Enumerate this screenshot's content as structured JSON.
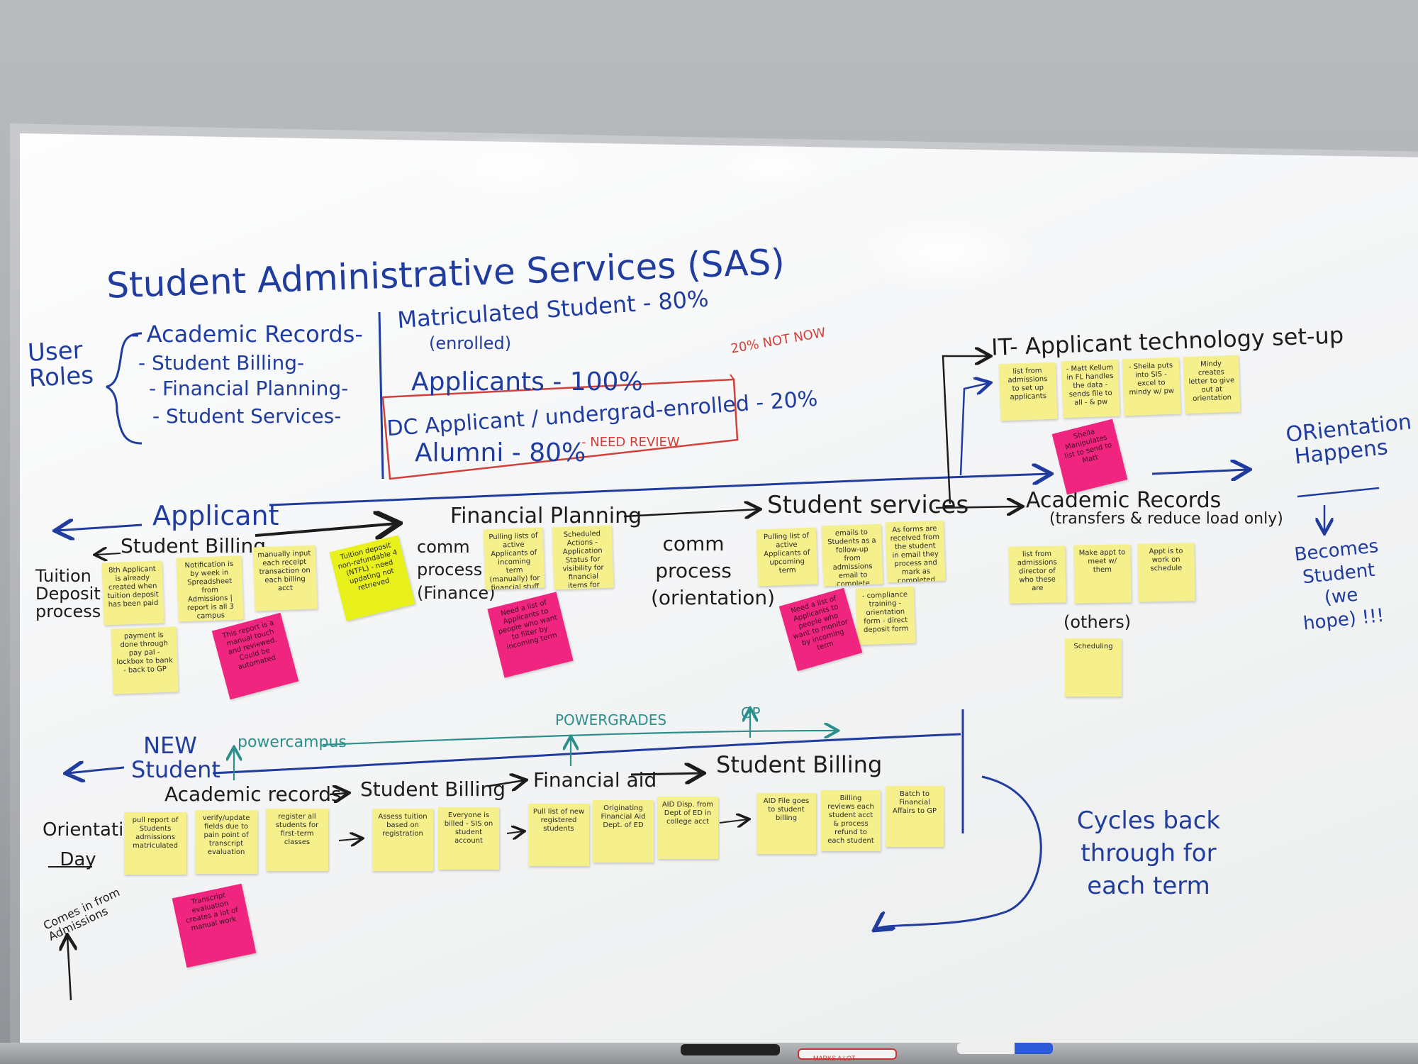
{
  "title": "Student Administrative Services (SAS)",
  "user_roles": {
    "label": "User Roles",
    "items": [
      "- Academic Records-",
      "- Student Billing-",
      "- Financial Planning-",
      "- Student Services-"
    ]
  },
  "students": {
    "matriculated": "Matriculated Student - 80%",
    "enrolled": "(enrolled)",
    "applicants": "Applicants - 100%",
    "dc_applicant": "DC Applicant / undergrad-enrolled - 20%",
    "alumni": "Alumni - 80%",
    "need_review": "- NEED REVIEW",
    "not_now": "20% NOT NOW"
  },
  "flow": {
    "applicant": "Applicant",
    "student_billing_top": "Student Billing",
    "tuition_deposit": "Tuition Deposit process",
    "financial_planning": "Financial Planning",
    "comm_finance": "comm process (Finance)",
    "comm_orientation": "comm process (orientation)",
    "student_services": "Student services",
    "it_setup": "IT- Applicant technology set-up",
    "academic_records_top": "Academic Records",
    "academic_records_sub": "(transfers & reduce load only)",
    "others": "(others)",
    "orientation_happens": "ORientation Happens",
    "becomes_student": "Becomes Student (we hope) !!!"
  },
  "bottom_flow": {
    "new_student": "NEW Student",
    "powercampus": "powercampus",
    "powergrades": "POWERGRADES",
    "gp": "GP",
    "academic_records": "Academic records",
    "student_billing_1": "Student Billing",
    "financial_aid": "Financial aid",
    "student_billing_2": "Student Billing",
    "orientation_day": "Orientation Day",
    "comes_in": "Comes in from Admissions",
    "cycles_back": "Cycles back through for each term"
  },
  "notes": {
    "billing_1": "8th Applicant is already created when tuition deposit has been paid",
    "billing_2": "Notification is by week in Spreadsheet from Admissions | report is all 3 campus",
    "billing_3": "manually input each receipt transaction on each billing acct",
    "billing_4": "payment is done through pay pal - lockbox to bank - back to GP",
    "billing_pink": "This report is a manual touch and reviewed. Could be automated",
    "tuition_lime": "Tuition deposit non-refundable 4 (NTFL) - need updating not retrieved",
    "finplan_1": "Pulling lists of active Applicants of incoming term (manually) for financial stuff",
    "finplan_2": "Scheduled Actions - Application Status for visibility for financial items for admissions",
    "finplan_pink": "Need a list of Applicants to people who want to filter by incoming term",
    "svc_1": "Pulling list of active Applicants of upcoming term",
    "svc_2": "emails to Students as a follow-up from admissions email to complete checklist items",
    "svc_3": "As forms are received from the student in email they process and mark as completed",
    "svc_4": "- compliance training - orientation form - direct deposit form",
    "svc_pink": "Need a list of Applicants to people who want to monitor by incoming term",
    "it_1": "list from admissions to set up applicants",
    "it_2": "- Matt Kellum in FL handles the data - sends file to all - & pw",
    "it_3": "- Sheila puts into SIS - excel to mindy w/ pw",
    "it_4": "Mindy creates letter to give out at orientation",
    "it_pink": "Sheila Manipulates list to send to Matt",
    "ar_1": "list from admissions director of who these are",
    "ar_2": "Make appt to meet w/ them",
    "ar_3": "Appt is to work on schedule",
    "ar_4": "Scheduling",
    "bot_1": "pull report of Students admissions matriculated",
    "bot_2": "verify/update fields due to pain point of transcript evaluation",
    "bot_3": "register all students for first-term classes",
    "bot_4": "Assess tuition based on registration",
    "bot_5": "Everyone is billed - SIS on student account",
    "bot_6": "Pull list of new registered students",
    "bot_7": "Originating Financial Aid Dept. of ED",
    "bot_8": "AID Disp. from Dept of ED in college acct",
    "bot_9": "AID File goes to student billing",
    "bot_10": "Billing reviews each student acct & process refund to each student",
    "bot_11": "Batch to Financial Affairs to GP",
    "bot_pink": "Transcript evaluation creates a lot of manual work"
  },
  "tray_marker_text": "MARKS A LOT"
}
